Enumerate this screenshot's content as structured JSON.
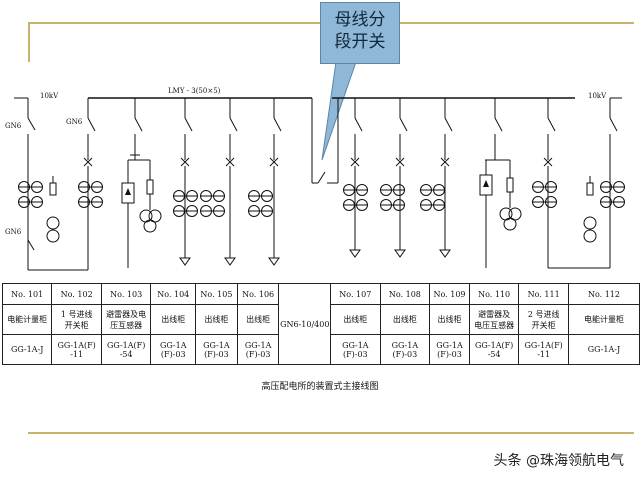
{
  "callout": {
    "line1": "母线分",
    "line2": "段开关"
  },
  "labels": {
    "left_voltage": "10kV",
    "right_voltage": "10kV",
    "busbar": "LMY - 3(50×5)",
    "gn_left_top": "GN6",
    "gn_left_bottom": "GN6",
    "gn_feeder": "GN6"
  },
  "table": {
    "numbers": [
      "No. 101",
      "No. 102",
      "No. 103",
      "No. 104",
      "No. 105",
      "No. 106",
      "No. 107",
      "No. 108",
      "No. 109",
      "No. 110",
      "No. 111",
      "No. 112"
    ],
    "names": [
      [
        "电能计量柜"
      ],
      [
        "1 号进线",
        "开关柜"
      ],
      [
        "避雷器及电",
        "压互感器"
      ],
      [
        "出线柜"
      ],
      [
        "出线柜"
      ],
      [
        "出线柜"
      ],
      [
        "出线柜"
      ],
      [
        "出线柜"
      ],
      [
        "出线柜"
      ],
      [
        "避雷器及",
        "电压互感器"
      ],
      [
        "2 号进线",
        "开关柜"
      ],
      [
        "电能计量柜"
      ]
    ],
    "models": [
      [
        "GG-1A-J"
      ],
      [
        "GG-1A(F)",
        "-11"
      ],
      [
        "GG-1A(F)",
        "-54"
      ],
      [
        "GG-1A",
        "(F)-03"
      ],
      [
        "GG-1A",
        "(F)-03"
      ],
      [
        "GG-1A",
        "(F)-03"
      ],
      [
        "GG-1A",
        "(F)-03"
      ],
      [
        "GG-1A",
        "(F)-03"
      ],
      [
        "GG-1A",
        "(F)-03"
      ],
      [
        "GG-1A(F)",
        "-54"
      ],
      [
        "GG-1A(F)",
        "-11"
      ],
      [
        "GG-1A-J"
      ]
    ],
    "middle": "GN6-10/400"
  },
  "caption": "高压配电所的装置式主接线图",
  "watermark": "头条 @珠海领航电气",
  "colors": {
    "rule": "#c9b26a",
    "callout_fill": "#8fb8d8",
    "callout_border": "#5a86a8"
  }
}
